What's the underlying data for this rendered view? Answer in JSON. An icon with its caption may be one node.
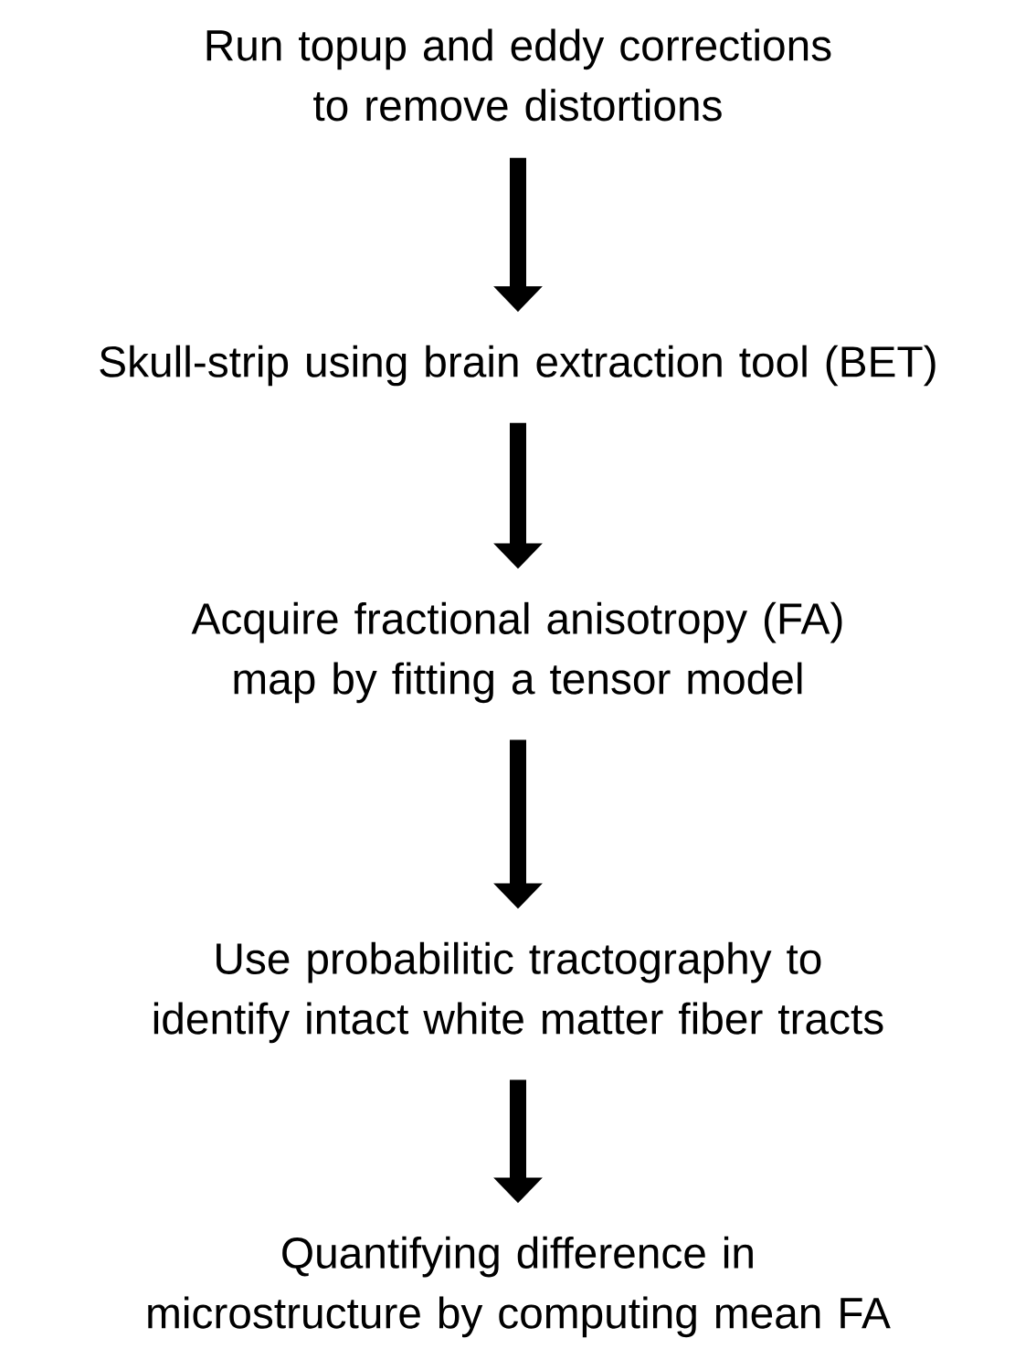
{
  "diagram": {
    "nodes": [
      {
        "text": [
          "Run topup and eddy corrections to remove distortions"
        ]
      },
      {
        "text": [
          "Skull-strip using brain extraction tool (BET)"
        ]
      },
      {
        "text": [
          "Acquire fractional anisotropy (FA) map by fitting a tensor model"
        ]
      },
      {
        "text": [
          "Use probabilitic tractography to identify intact white matter fiber tracts"
        ]
      },
      {
        "text": [
          "Quantifying difference in microstructure by computing mean FA"
        ]
      }
    ],
    "edges": [
      {
        "from": 0,
        "to": 1,
        "arrow": "to"
      },
      {
        "from": 1,
        "to": 2,
        "arrow": "to"
      },
      {
        "from": 2,
        "to": 3,
        "arrow": "to"
      },
      {
        "from": 3,
        "to": 4,
        "arrow": "to"
      }
    ]
  }
}
